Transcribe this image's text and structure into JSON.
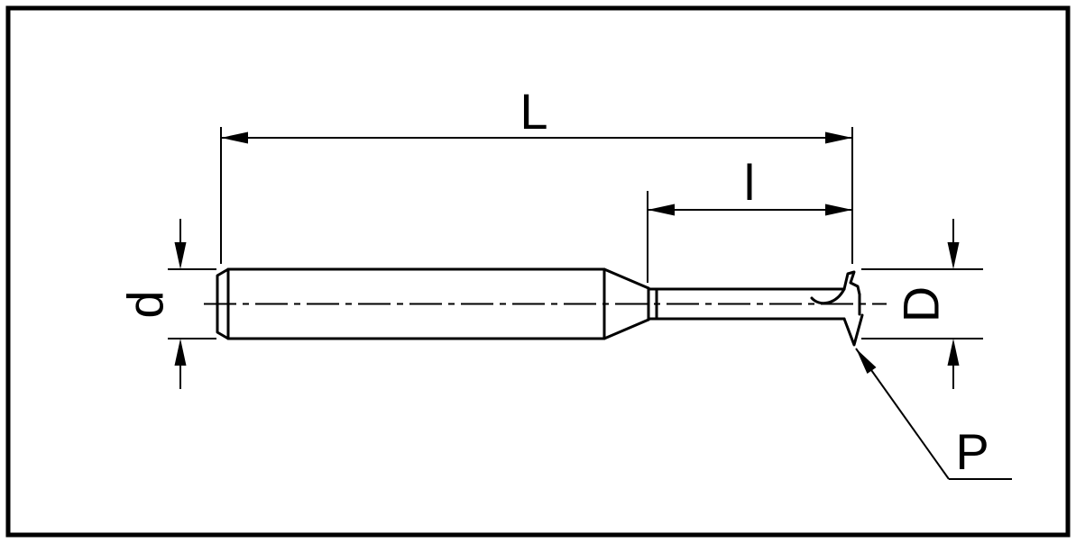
{
  "figure": {
    "kind": "technical-drawing-thread-mill-cutter",
    "background_color": "#ffffff",
    "line_color": "#000000",
    "labels": {
      "overall_length": "L",
      "cutting_length": "l",
      "shank_diameter": "d",
      "cutting_diameter": "D",
      "pitch": "P"
    }
  }
}
